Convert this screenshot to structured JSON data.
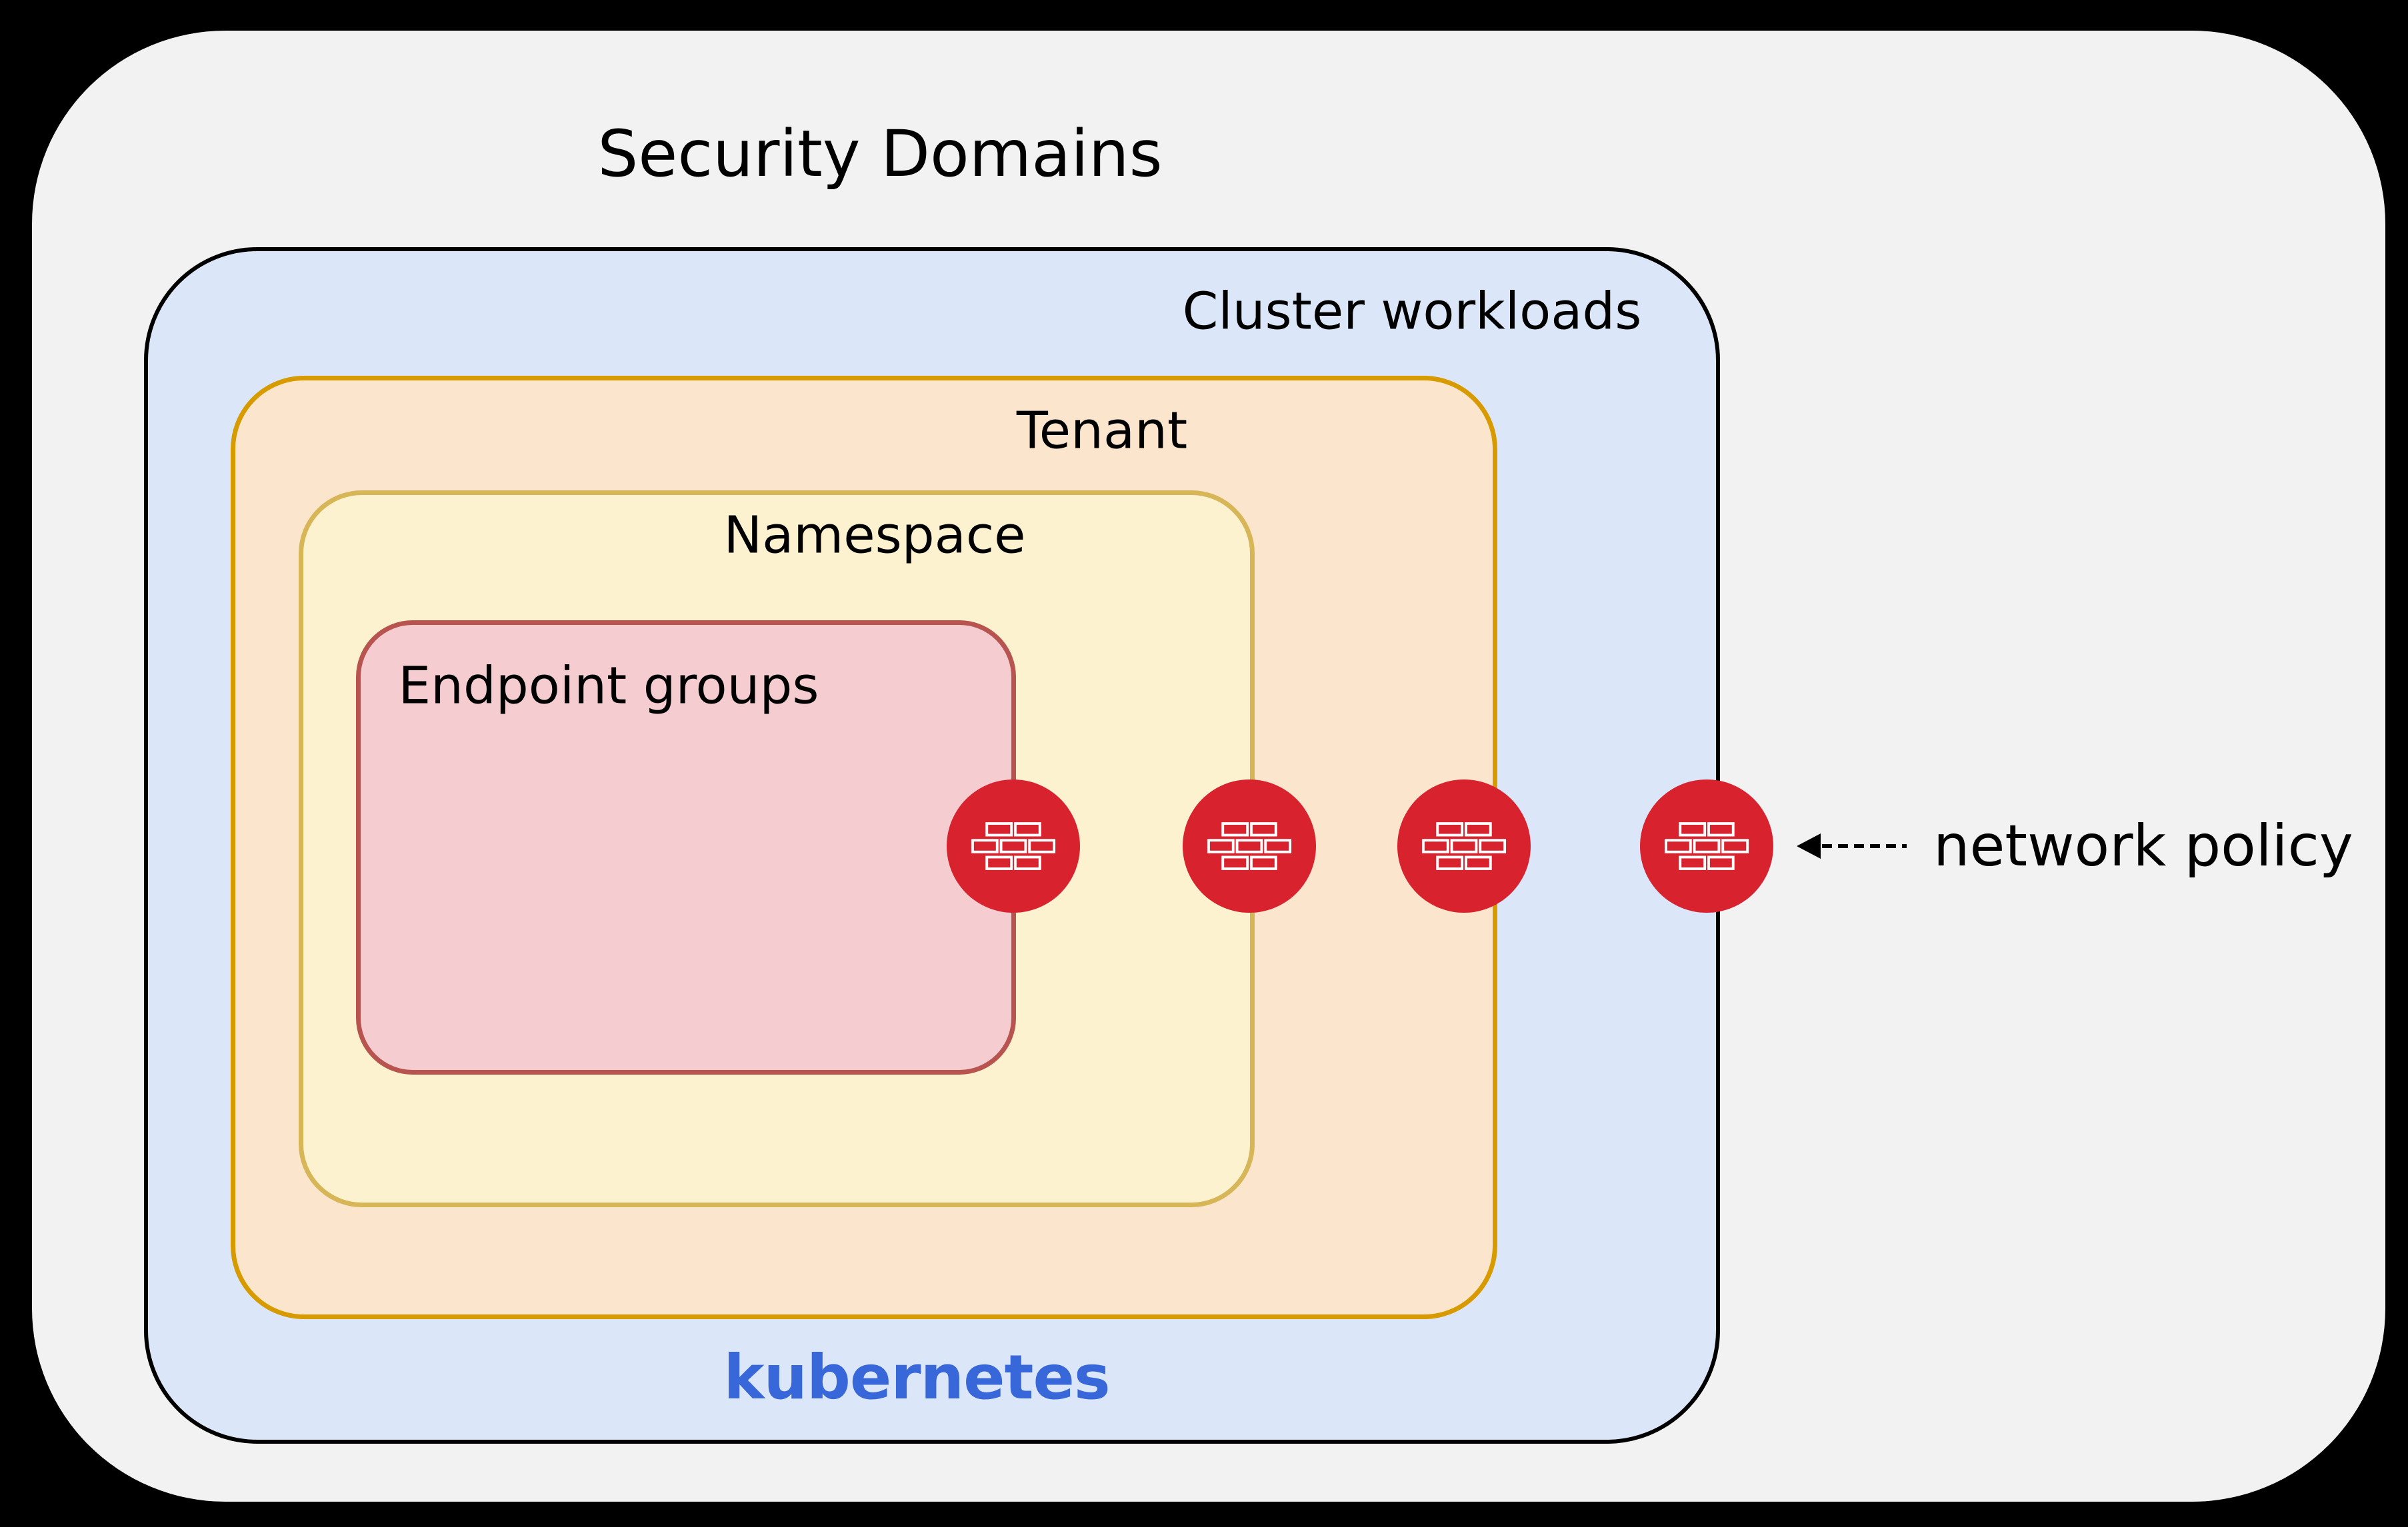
{
  "title": "Security Domains",
  "boxes": {
    "cluster": {
      "label": "Cluster workloads",
      "fill": "#dbe7f8",
      "stroke": "#000000"
    },
    "tenant": {
      "label": "Tenant",
      "fill": "#fce5cd",
      "stroke": "#d79b00"
    },
    "namespace": {
      "label": "Namespace",
      "fill": "#fdf2cf",
      "stroke": "#d6b656"
    },
    "endpoint_groups": {
      "label": "Endpoint groups",
      "fill": "#f5cdd0",
      "stroke": "#b85450"
    }
  },
  "kubernetes": {
    "label": "kubernetes",
    "color": "#3767d8"
  },
  "network_policy": {
    "label": "network policy",
    "icon": "firewall-icon",
    "icon_color": "#d8232f",
    "icon_count": 4,
    "arrow_style": "dashed-left-arrow"
  },
  "background_color": "#000000",
  "canvas_color": "#f2f2f2"
}
